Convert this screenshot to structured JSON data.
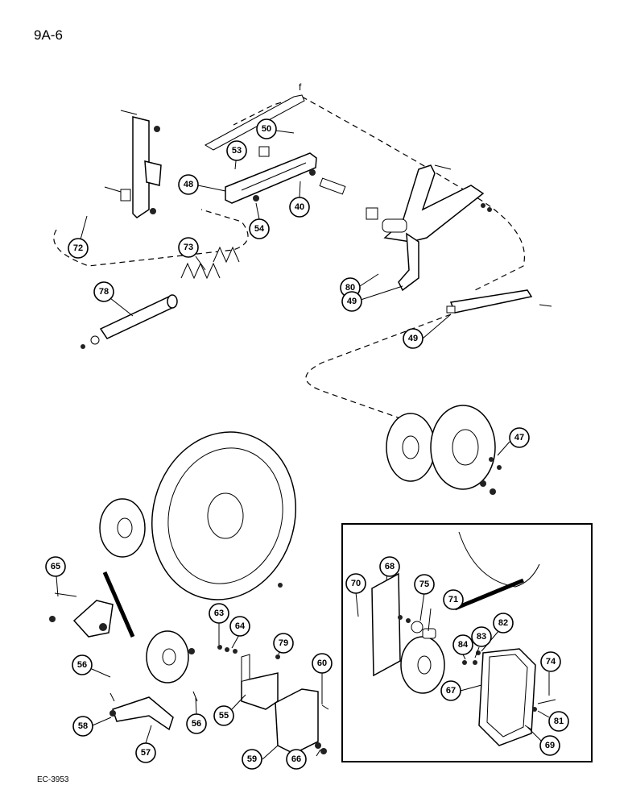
{
  "page": {
    "code": "9A-6",
    "reference": "EC-3953"
  },
  "callouts": [
    "50",
    "53",
    "48",
    "40",
    "54",
    "72",
    "73",
    "78",
    "80",
    "49a",
    "49b",
    "47",
    "65",
    "56a",
    "58",
    "57",
    "56b",
    "63",
    "64",
    "79",
    "55",
    "60",
    "59",
    "66",
    "68",
    "70",
    "75",
    "71",
    "84",
    "83",
    "82",
    "74",
    "67",
    "81",
    "69"
  ],
  "labels": {
    "50": "50",
    "53": "53",
    "48": "48",
    "40": "40",
    "54": "54",
    "72": "72",
    "73": "73",
    "78": "78",
    "80": "80",
    "49a": "49",
    "49b": "49",
    "47": "47",
    "65": "65",
    "56a": "56",
    "58": "58",
    "57": "57",
    "56b": "56",
    "63": "63",
    "64": "64",
    "79": "79",
    "55": "55",
    "60": "60",
    "59": "59",
    "66": "66",
    "68": "68",
    "70": "70",
    "75": "75",
    "71": "71",
    "84": "84",
    "83": "83",
    "82": "82",
    "74": "74",
    "67": "67",
    "81": "81",
    "69": "69"
  }
}
